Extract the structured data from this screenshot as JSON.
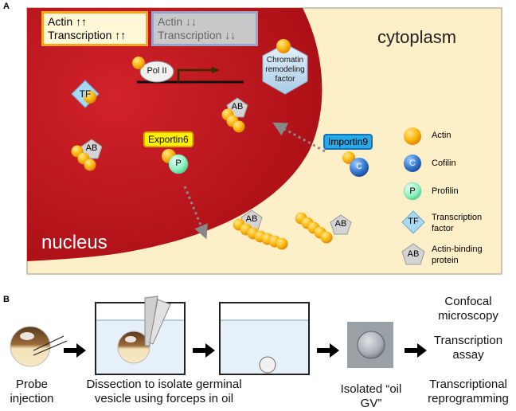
{
  "panels": {
    "a_label": "A",
    "b_label": "B"
  },
  "regions": {
    "nucleus": "nucleus",
    "cytoplasm": "cytoplasm"
  },
  "boxes": {
    "increase_line1": "Actin ↑↑",
    "increase_line2": "Transcription ↑↑",
    "decrease_line1": "Actin ↓↓",
    "decrease_line2": "Transcription ↓↓"
  },
  "molecules": {
    "pol2": "Pol II",
    "tf": "TF",
    "ab": "AB",
    "p": "P",
    "c": "C",
    "exportin": "Exportin6",
    "importin": "Importin9",
    "chromatin_line1": "Chromatin",
    "chromatin_line2": "remodeling",
    "chromatin_line3": "factor"
  },
  "legend": [
    {
      "symbol": "actin",
      "label": "Actin"
    },
    {
      "symbol": "C",
      "label": "Cofilin"
    },
    {
      "symbol": "P",
      "label": "Profilin"
    },
    {
      "symbol": "TF",
      "label_line1": "Transcription",
      "label_line2": "factor"
    },
    {
      "symbol": "AB",
      "label_line1": "Actin-binding",
      "label_line2": "protein"
    }
  ],
  "steps": {
    "probe_line1": "Probe",
    "probe_line2": "injection",
    "dissection_line1": "Dissection to isolate germinal",
    "dissection_line2": "vesicle using forceps in oil",
    "isolated_line1": "Isolated “oil",
    "isolated_line2": "GV”",
    "out1_line1": "Confocal",
    "out1_line2": "microscopy",
    "out2_line1": "Transcription",
    "out2_line2": "assay",
    "out3_line1": "Transcriptional",
    "out3_line2": "reprogramming"
  },
  "colors": {
    "nucleus": "#c8161d",
    "cytoplasm": "#fdefc8",
    "actin": "#fbb813",
    "cofilin": "#2f73c9",
    "profilin": "#8ef0c0",
    "tf": "#a9d8f2"
  }
}
